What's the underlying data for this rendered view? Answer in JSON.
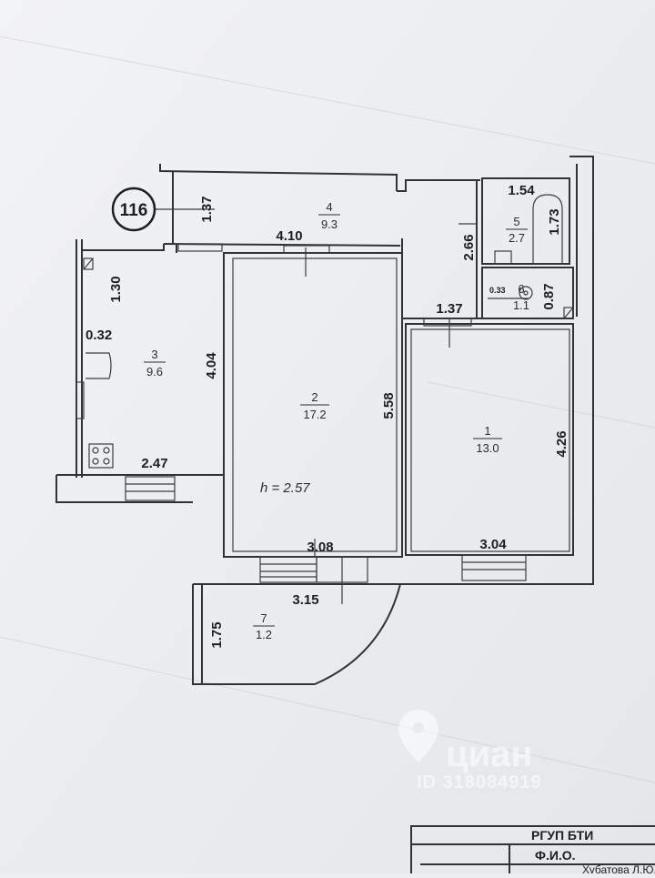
{
  "plan": {
    "apartment_number": "116",
    "ceiling_height": "h = 2.57",
    "rooms": [
      {
        "id": "room-1",
        "number": "1",
        "area": "13.0"
      },
      {
        "id": "room-2",
        "number": "2",
        "area": "17.2"
      },
      {
        "id": "room-3",
        "number": "3",
        "area": "9.6"
      },
      {
        "id": "room-4",
        "number": "4",
        "area": "9.3"
      },
      {
        "id": "room-5",
        "number": "5",
        "area": "2.7"
      },
      {
        "id": "room-6",
        "number": "6",
        "area": "1.1"
      },
      {
        "id": "room-7",
        "number": "7",
        "area": "1.2"
      }
    ],
    "dimensions": {
      "d_137_top": "1.37",
      "d_410": "4.10",
      "d_154": "1.54",
      "d_173": "1.73",
      "d_266": "2.66",
      "d_130": "1.30",
      "d_032": "0.32",
      "d_404": "4.04",
      "d_558": "5.58",
      "d_137_mid": "1.37",
      "d_033": "0.33",
      "d_087": "0.87",
      "d_426": "4.26",
      "d_247": "2.47",
      "d_308": "3.08",
      "d_304": "3.04",
      "d_315": "3.15",
      "d_175": "1.75"
    }
  },
  "watermark": {
    "brand": "циан",
    "id": "ID 318084919"
  },
  "title_block": {
    "org": "РГУП БТИ",
    "fio_label": "Ф.И.О.",
    "name_fragment": "Хубатова Л.Ю."
  }
}
